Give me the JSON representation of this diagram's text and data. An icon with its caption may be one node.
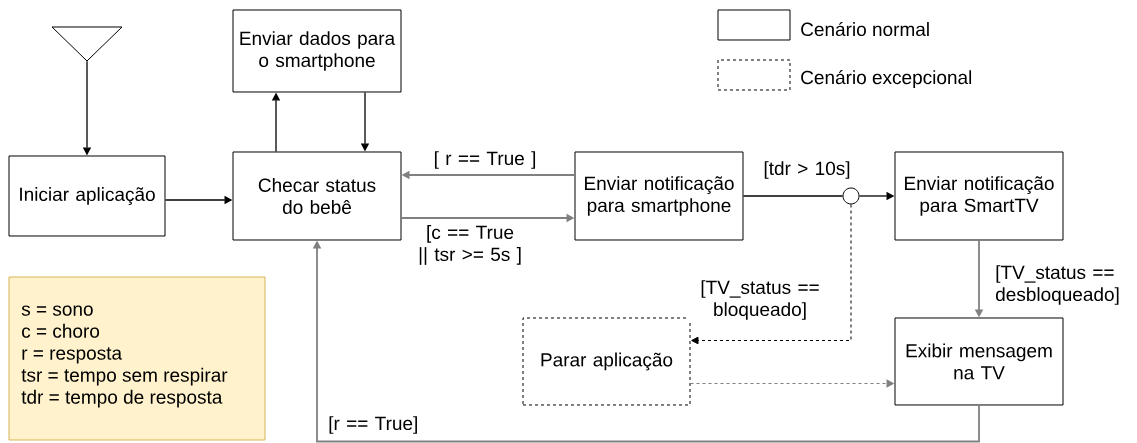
{
  "diagram": {
    "nodes": [
      {
        "text": [],
        "shape": "triangle"
      },
      {
        "text": [
          "Iniciar aplicação"
        ]
      },
      {
        "text": [
          "Enviar dados para o smartphone"
        ]
      },
      {
        "text": [
          "Checar status do bebê"
        ]
      },
      {
        "text": [
          "Enviar notificação para smartphone"
        ]
      },
      {
        "text": [],
        "shape": "circle"
      },
      {
        "text": [
          "Enviar notificação para SmartTV"
        ]
      },
      {
        "text": [
          "Parar aplicação"
        ]
      },
      {
        "text": [
          "Exibir mensagem na TV"
        ]
      },
      {
        "text": [
          "s = sono",
          "c = choro",
          "r = resposta",
          "tsr = tempo sem respirar",
          "tdr = tempo de resposta"
        ]
      }
    ],
    "edges": [
      {
        "from": 0,
        "to": 1,
        "arrow": "to"
      },
      {
        "from": 1,
        "to": 3,
        "arrow": "to"
      },
      {
        "from": 3,
        "to": 2,
        "arrow": "to"
      },
      {
        "from": 2,
        "to": 3,
        "arrow": "to"
      },
      {
        "from": 4,
        "to": 3,
        "arrow": "to",
        "label": "[ r == True ]",
        "color": "#808080"
      },
      {
        "from": 3,
        "to": 4,
        "arrow": "to",
        "label": "[c == True || tsr >= 5s ]",
        "color": "#808080"
      },
      {
        "from": 4,
        "to": 5,
        "arrow": "none",
        "label": "[tdr > 10s]"
      },
      {
        "from": 5,
        "to": 6,
        "arrow": "to"
      },
      {
        "from": 5,
        "to": 7,
        "arrow": "to",
        "label": "[TV_status == bloqueado]",
        "style": "dashed"
      },
      {
        "from": 6,
        "to": 8,
        "arrow": "to",
        "label": "[TV_status == desbloqueado]",
        "color": "#808080"
      },
      {
        "from": 7,
        "to": 8,
        "arrow": "to",
        "style": "dashed",
        "color": "#808080"
      },
      {
        "from": 8,
        "to": 3,
        "arrow": "to",
        "label": "[r == True]",
        "color": "#808080"
      }
    ],
    "legend": [
      {
        "text": "Cenário normal"
      },
      {
        "text": "Cenário excepcional"
      }
    ]
  }
}
